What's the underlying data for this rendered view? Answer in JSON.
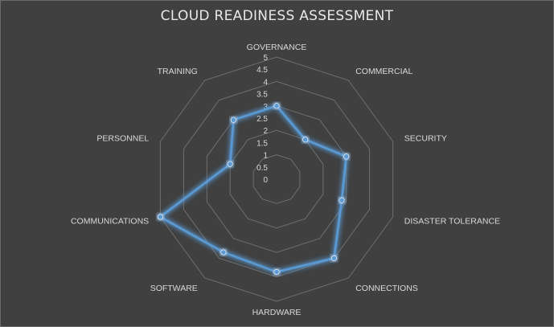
{
  "chart_data": {
    "type": "radar",
    "title": "CLOUD READINESS ASSESSMENT",
    "categories": [
      "GOVERNANCE",
      "COMMERCIAL",
      "SECURITY",
      "DISASTER TOLERANCE",
      "CONNECTIONS",
      "HARDWARE",
      "SOFTWARE",
      "COMMUNICATIONS",
      "PERSONNEL",
      "TRAINING"
    ],
    "series": [
      {
        "values": [
          3.0,
          2.0,
          3.0,
          2.8,
          4.0,
          3.8,
          3.7,
          5.0,
          2.0,
          3.0
        ]
      }
    ],
    "rlim": [
      0,
      5
    ],
    "ticks": [
      "0",
      "0.5",
      "1",
      "1.5",
      "2",
      "2.5",
      "3",
      "3.5",
      "4",
      "4.5",
      "5"
    ],
    "tick_values": [
      0,
      0.5,
      1,
      1.5,
      2,
      2.5,
      3,
      3.5,
      4,
      4.5,
      5
    ],
    "grid_steps": [
      1,
      2,
      3,
      4,
      5
    ],
    "grid": true,
    "legend": "none",
    "colors": {
      "background": "#404040",
      "grid": "#6e6e6e",
      "line": "#5b9bd5",
      "glow": "#5b9bd5",
      "text": "#d9d9d9"
    }
  }
}
